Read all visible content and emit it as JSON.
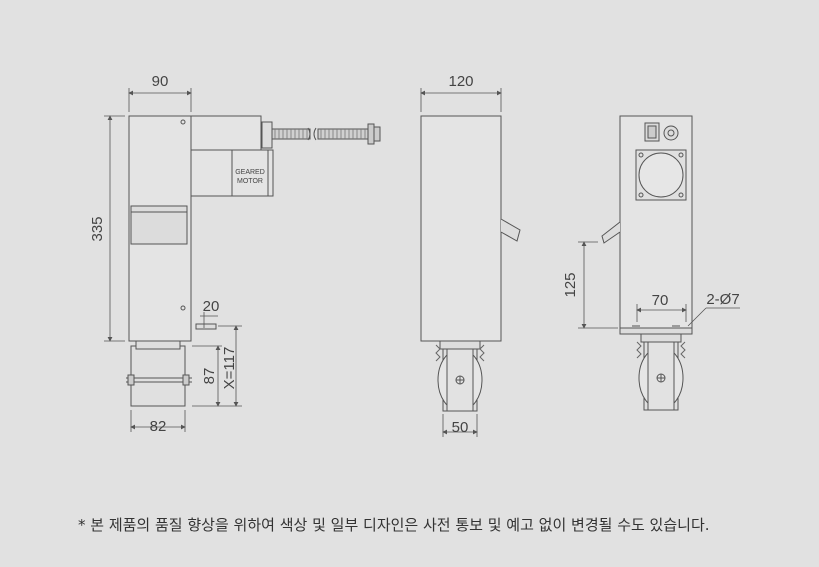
{
  "dimensions": {
    "front_width": "90",
    "front_height": "335",
    "front_clearance": "20",
    "front_wheel_height": "87",
    "front_x": "X=117",
    "front_base_width": "82",
    "side_width": "120",
    "side_base_width": "50",
    "back_height": "125",
    "back_span": "70",
    "back_holes": "2-Ø7"
  },
  "labels": {
    "motor_line1": "GEARED",
    "motor_line2": "MOTOR"
  },
  "note": "* 본 제품의 품질 향상을 위하여 색상 및 일부 디자인은 사전 통보 및 예고 없이 변경될 수도 있습니다."
}
